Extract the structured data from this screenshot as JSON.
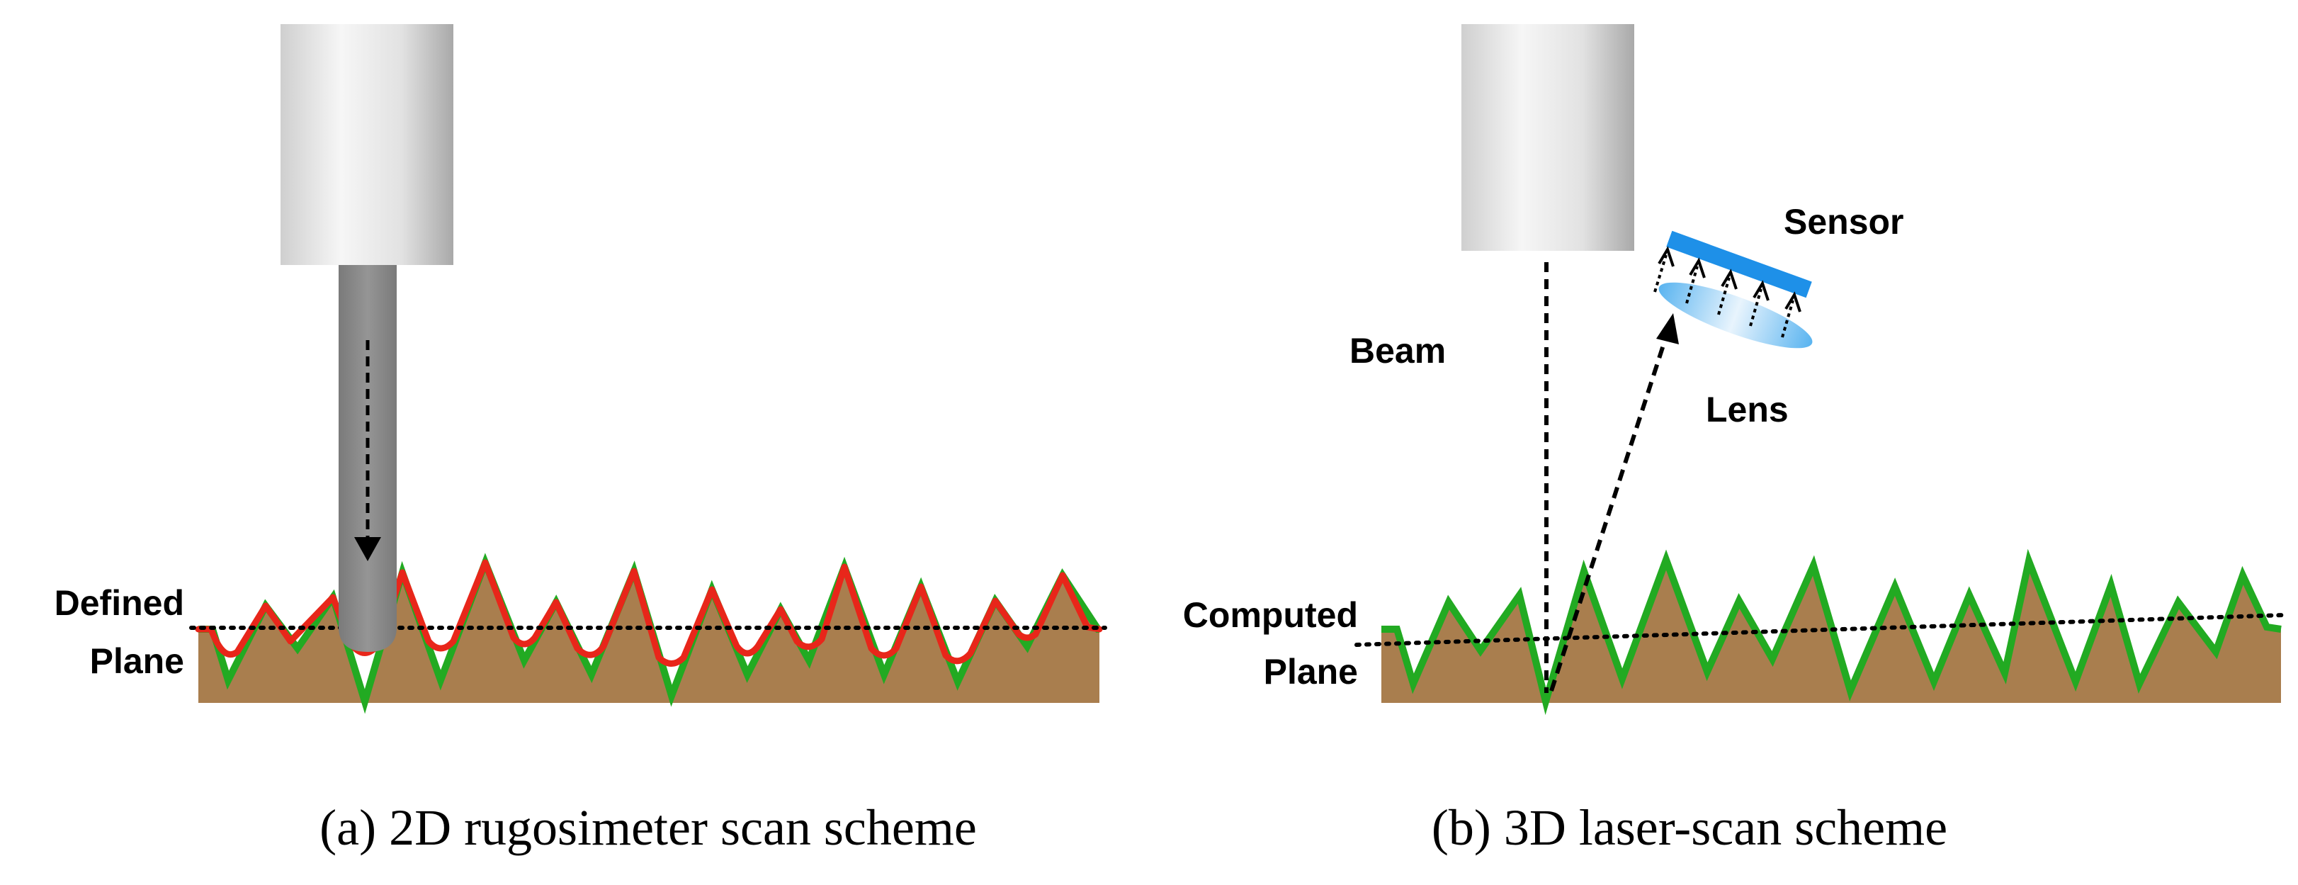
{
  "panel_a": {
    "label_defined_line1": "Defined",
    "label_defined_line2": "Plane",
    "caption": "(a) 2D rugosimeter scan scheme"
  },
  "panel_b": {
    "label_sensor": "Sensor",
    "label_beam": "Beam",
    "label_lens": "Lens",
    "label_computed_line1": "Computed",
    "label_computed_line2": "Plane",
    "caption": "(b) 3D laser-scan scheme"
  },
  "colors": {
    "surface_fill": "#A97E4E",
    "true_profile": "#22AA22",
    "measured_profile": "#E8261A",
    "sensor": "#1E90E8",
    "probe": "#8C8C8C"
  }
}
